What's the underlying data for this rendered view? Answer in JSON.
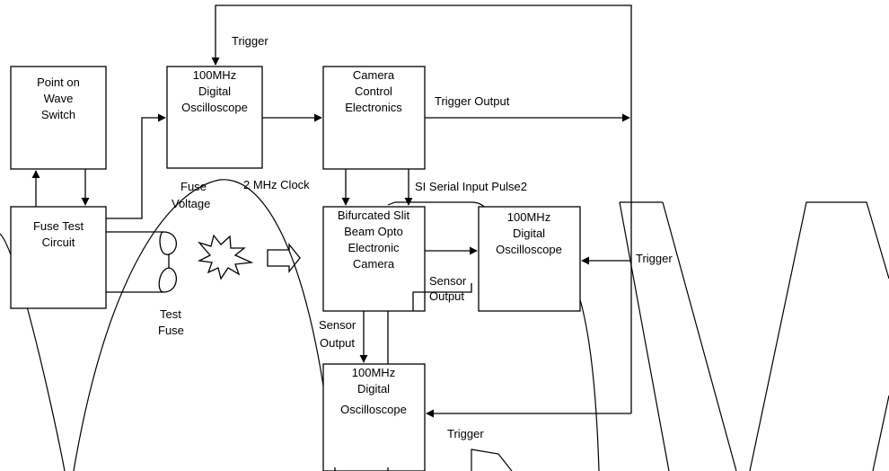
{
  "labels": {
    "trigger_top": "Trigger",
    "trigger_output": "Trigger Output",
    "trigger_right": "Trigger",
    "trigger_bottom": "Trigger",
    "fuse_voltage_1": "Fuse",
    "fuse_voltage_2": "Voltage",
    "clock": "2 MHz Clock",
    "si_pulse": "SI Serial Input Pulse2",
    "sensor_output_right_1": "Sensor",
    "sensor_output_right_2": "Output",
    "sensor_output_left_1": "Sensor",
    "sensor_output_left_2": "Output",
    "test_fuse_1": "Test",
    "test_fuse_2": "Fuse"
  },
  "boxes": {
    "pow": [
      "Point on",
      "Wave",
      "Switch"
    ],
    "fuse_circuit": [
      "Fuse Test",
      "Circuit"
    ],
    "osc_top": [
      "100MHz",
      "Digital",
      "Oscilloscope"
    ],
    "camera_control": [
      "Camera",
      "Control",
      "Electronics"
    ],
    "camera": [
      "Bifurcated Slit",
      "Beam Opto",
      "Electronic",
      "Camera"
    ],
    "osc_right": [
      "100MHz",
      "Digital",
      "Oscilloscope"
    ],
    "osc_bottom": [
      "100MHz",
      "Digital",
      "Oscilloscope"
    ]
  }
}
